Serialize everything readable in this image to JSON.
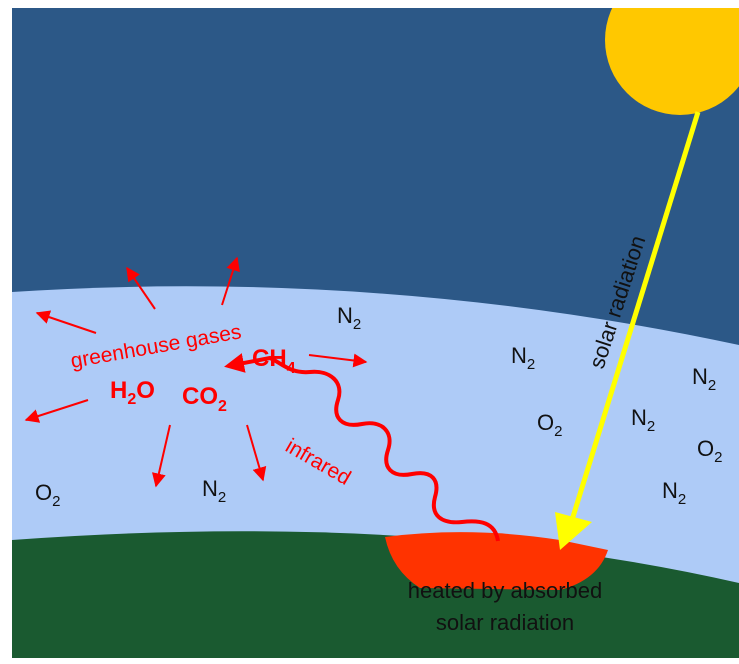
{
  "labels": {
    "greenhouse_gases": "greenhouse gases",
    "infrared": "infrared",
    "solar_radiation": "solar radiation",
    "heated_line1": "heated by absorbed",
    "heated_line2": "solar radiation"
  },
  "greenhouse_molecules": {
    "h2o": {
      "base": "H",
      "sub": "2",
      "tail": "O"
    },
    "co2": {
      "base": "CO",
      "sub": "2"
    },
    "ch4": {
      "base": "CH",
      "sub": "4"
    }
  },
  "atmosphere_molecules": {
    "n2": {
      "base": "N",
      "sub": "2"
    },
    "o2": {
      "base": "O",
      "sub": "2"
    }
  },
  "colors": {
    "space": "#2c5887",
    "atmosphere": "#aecbf7",
    "ground": "#1a5a30",
    "sun": "#ffc800",
    "solar_ray": "#ffff00",
    "infrared": "#ff0000",
    "heated_patch": "#ff3300"
  }
}
